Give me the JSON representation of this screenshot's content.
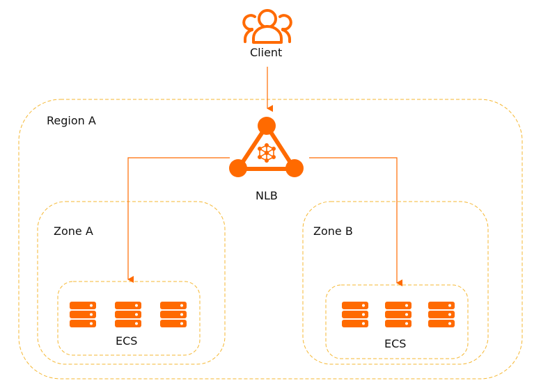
{
  "diagram": {
    "client": {
      "label": "Client",
      "icon": "users-icon"
    },
    "nlb": {
      "label": "NLB",
      "icon": "load-balancer-icon"
    },
    "region": {
      "label": "Region A"
    },
    "zones": [
      {
        "label": "Zone A",
        "group": {
          "label": "ECS",
          "server_count": 3
        }
      },
      {
        "label": "Zone B",
        "group": {
          "label": "ECS",
          "server_count": 3
        }
      }
    ],
    "colors": {
      "accent": "#ff6a00",
      "border": "#f5b731",
      "text": "#111111"
    }
  }
}
